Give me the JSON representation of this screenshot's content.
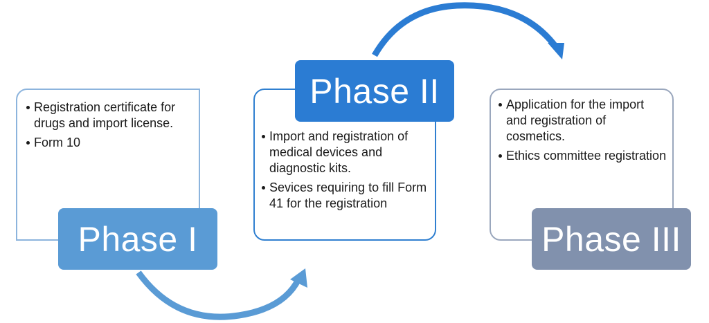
{
  "colors": {
    "phase_1": "#5a9bd5",
    "phase_2": "#2b7cd3",
    "phase_3": "#8191ad",
    "arrow_1": "#5a9bd5",
    "arrow_2": "#2b7cd3"
  },
  "phases": [
    {
      "label": "Phase I",
      "items": [
        "Registration certificate for drugs and import license.",
        "Form 10"
      ]
    },
    {
      "label": "Phase II",
      "items": [
        "Import and registration of medical devices and diagnostic kits.",
        "Sevices requiring to fill Form 41 for the registration"
      ]
    },
    {
      "label": "Phase III",
      "items": [
        "Application for the import and registration of cosmetics.",
        "Ethics committee registration"
      ]
    }
  ]
}
